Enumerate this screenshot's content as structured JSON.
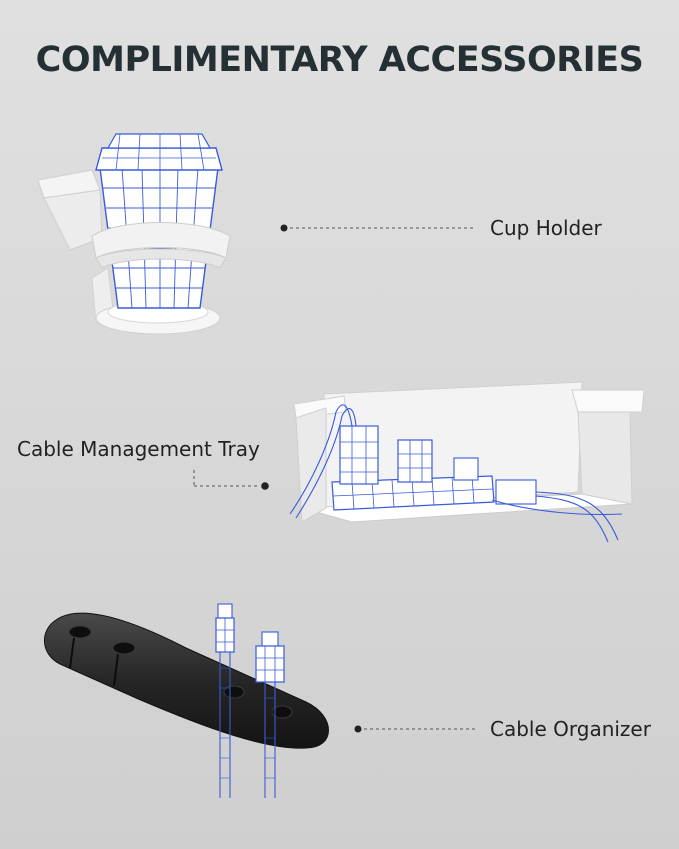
{
  "title": "COMPLIMENTARY ACCESSORIES",
  "accessories": [
    {
      "label": "Cup Holder",
      "icon": "cup-holder-illustration"
    },
    {
      "label": "Cable Management Tray",
      "icon": "cable-tray-illustration"
    },
    {
      "label": "Cable Organizer",
      "icon": "cable-organizer-illustration"
    }
  ],
  "colors": {
    "title": "#253035",
    "wireframe": "#3a5bd9",
    "background": "#dcdcdc",
    "organizer": "#262626"
  }
}
